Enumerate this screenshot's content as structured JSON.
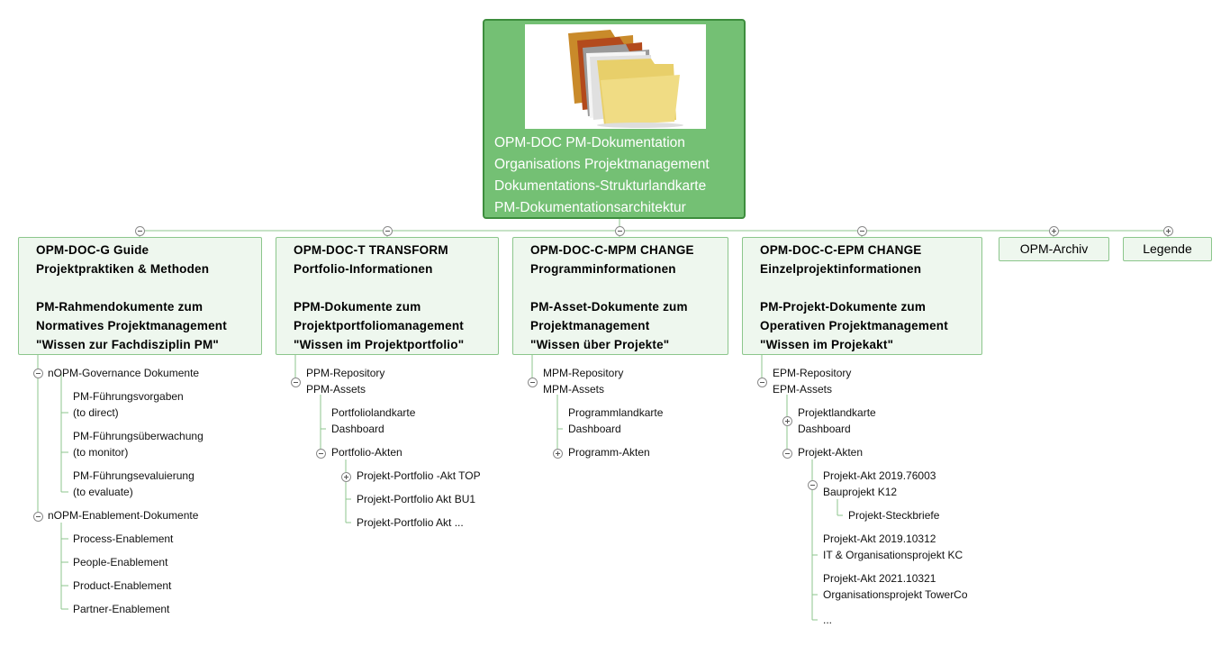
{
  "root": {
    "image_icon": "document-folders-image",
    "lines": [
      "OPM-DOC PM-Dokumentation",
      "Organisations Projektmanagement",
      "Dokumentations-Strukturlandkarte",
      "PM-Dokumentationsarchitektur"
    ]
  },
  "branches": {
    "guide": [
      "OPM-DOC-G Guide",
      "Projektpraktiken & Methoden",
      "",
      "PM-Rahmendokumente zum",
      "Normatives Projektmanagement",
      "\"Wissen zur Fachdisziplin PM\""
    ],
    "transform": [
      "OPM-DOC-T TRANSFORM",
      "Portfolio-Informationen",
      "",
      "PPM-Dokumente zum",
      "Projektportfoliomanagement",
      "\"Wissen im Projektportfolio\""
    ],
    "mpm": [
      "OPM-DOC-C-MPM CHANGE",
      "Programminformationen",
      "",
      "PM-Asset-Dokumente zum",
      "Projektmanagement",
      "\"Wissen über Projekte\""
    ],
    "epm": [
      "OPM-DOC-C-EPM CHANGE",
      "Einzelprojektinformationen",
      "",
      "PM-Projekt-Dokumente zum",
      "Operativen Projektmanagement",
      "\"Wissen im Projekakt\""
    ],
    "archiv": "OPM-Archiv",
    "legende": "Legende"
  },
  "guide": {
    "governance": "nOPM-Governance Dokumente",
    "fuehrungsvorgaben": [
      "PM-Führungsvorgaben",
      "(to direct)"
    ],
    "fuehrungsueberwachung": [
      "PM-Führungsüberwachung",
      "(to monitor)"
    ],
    "fuehrungsevaluierung": [
      "PM-Führungsevaluierung",
      "(to evaluate)"
    ],
    "enablement": "nOPM-Enablement-Dokumente",
    "process": "Process-Enablement",
    "people": "People-Enablement",
    "product": "Product-Enablement",
    "partner": "Partner-Enablement"
  },
  "transform": {
    "repo": [
      "PPM-Repository",
      "PPM-Assets"
    ],
    "landkarte": [
      "Portfoliolandkarte",
      "Dashboard"
    ],
    "akten": "Portfolio-Akten",
    "akt_top": "Projekt-Portfolio -Akt TOP",
    "akt_bu1": "Projekt-Portfolio Akt BU1",
    "akt_more": "Projekt-Portfolio Akt ..."
  },
  "mpm": {
    "repo": [
      "MPM-Repository",
      "MPM-Assets"
    ],
    "landkarte": [
      "Programmlandkarte",
      "Dashboard"
    ],
    "akten": "Programm-Akten"
  },
  "epm": {
    "repo": [
      "EPM-Repository",
      "EPM-Assets"
    ],
    "landkarte": [
      "Projektlandkarte",
      "Dashboard"
    ],
    "akten": "Projekt-Akten",
    "akt1": [
      "Projekt-Akt 2019.76003",
      "Bauprojekt K12"
    ],
    "steckbriefe": "Projekt-Steckbriefe",
    "akt2": [
      "Projekt-Akt 2019.10312",
      "IT & Organisationsprojekt KC"
    ],
    "akt3": [
      "Projekt-Akt 2021.10321",
      "Organisationsprojekt TowerCo"
    ],
    "more": "..."
  },
  "colors": {
    "root_fill": "#74c074",
    "root_border": "#3d8d3d",
    "branch_fill": "#eef7ee",
    "branch_border": "#8cc68c",
    "connector": "#8cc68c"
  }
}
